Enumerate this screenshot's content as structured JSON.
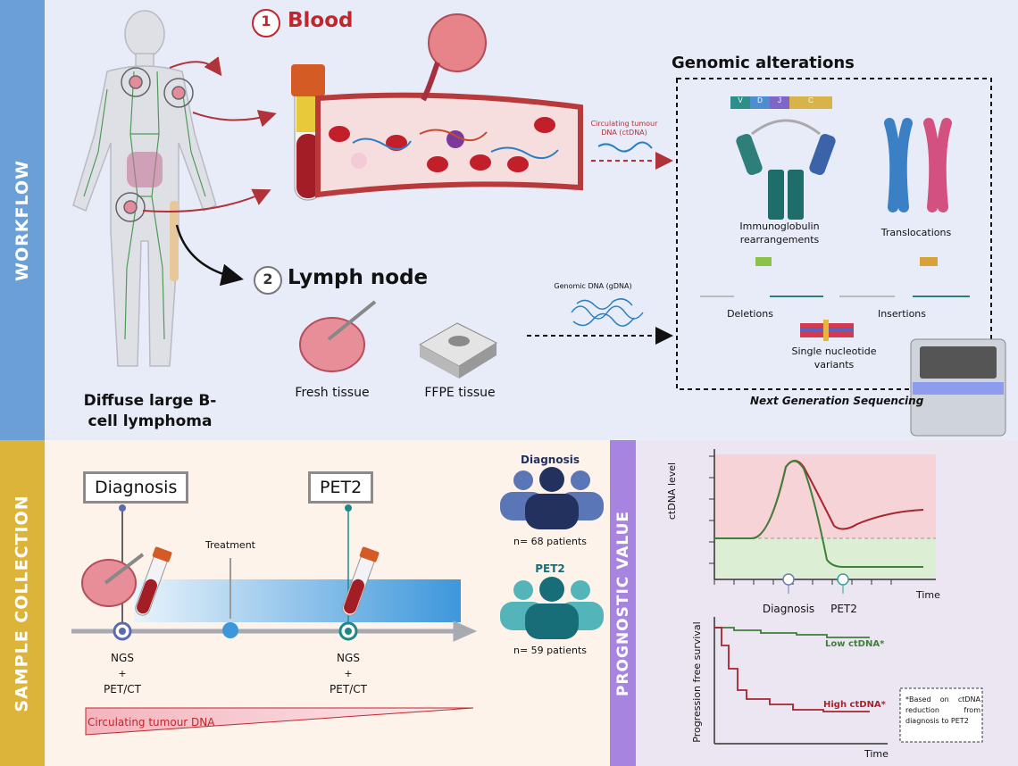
{
  "sections": {
    "workflow": "WORKFLOW",
    "sample_collection": "SAMPLE COLLECTION",
    "prognostic_value": "PROGNOSTIC VALUE"
  },
  "workflow": {
    "disease_label": "Diffuse large B-cell lymphoma",
    "blood_step_number": "1",
    "blood_title": "Blood",
    "lymph_step_number": "2",
    "lymph_title": "Lymph node",
    "fresh_tissue": "Fresh tissue",
    "ffpe_tissue": "FFPE tissue",
    "ctdna_arrow_label": "Circulating tumour DNA (ctDNA)",
    "gdna_arrow_label": "Genomic DNA (gDNA)",
    "genomic_title": "Genomic alterations",
    "ig_label": "Immunoglobulin rearrangements",
    "translocations": "Translocations",
    "deletions": "Deletions",
    "insertions": "Insertions",
    "snv": "Single nucleotide variants",
    "ngs": "Next Generation Sequencing",
    "vdjc": [
      "V",
      "D",
      "J",
      "C"
    ]
  },
  "sample_collection": {
    "diagnosis_box": "Diagnosis",
    "pet2_box": "PET2",
    "treatment": "Treatment",
    "ngs_left": "NGS",
    "plus_left": "+",
    "petct_left": "PET/CT",
    "ngs_right": "NGS",
    "plus_right": "+",
    "petct_right": "PET/CT",
    "ctdna_wedge": "Circulating tumour DNA",
    "cohort_diagnosis_title": "Diagnosis",
    "cohort_diagnosis_n": "n= 68 patients",
    "cohort_pet2_title": "PET2",
    "cohort_pet2_n": "n= 59 patients"
  },
  "prognostic": {
    "ctdna_chart": {
      "ylabel": "ctDNA level",
      "xlabel": "Time",
      "marker_diagnosis": "Diagnosis",
      "marker_pet2": "PET2"
    },
    "pfs_chart": {
      "ylabel": "Progression free survival",
      "xlabel": "Time",
      "low_label": "Low ctDNA*",
      "high_label": "High ctDNA*"
    },
    "footnote": "*Based on ctDNA reduction from diagnosis to PET2"
  },
  "colors": {
    "workflow_bar": "#6a9fd8",
    "collection_bar": "#ddb43a",
    "prognostic_bar": "#a784e0",
    "workflow_bg": "#e8ecf8",
    "collection_bg": "#fdf3ea",
    "prognostic_bg": "#ebe6f2",
    "blood_red": "#c0262c",
    "low_green": "#3f7f3a",
    "high_red": "#a8242f"
  }
}
